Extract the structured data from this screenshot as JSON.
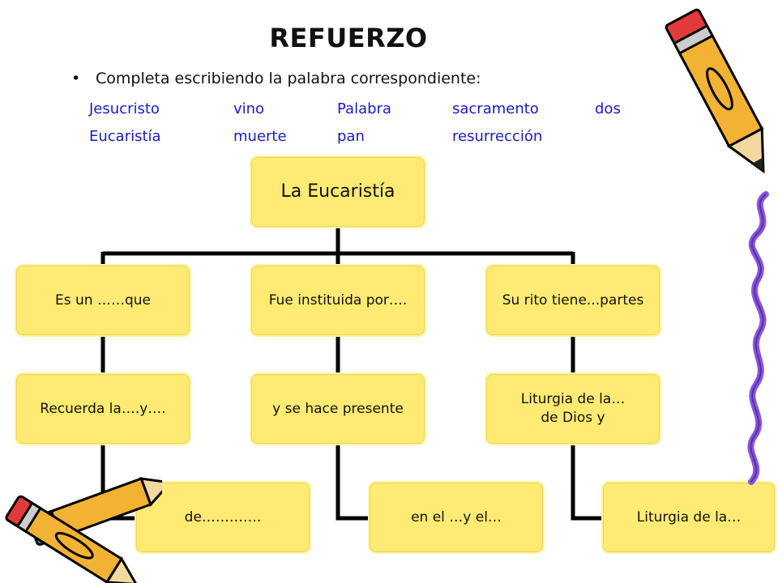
{
  "title": "REFUERZO",
  "instruction": "Completa escribiendo la palabra correspondiente:",
  "word_bank": {
    "row1": [
      "Jesucristo",
      "vino",
      "Palabra",
      "sacramento",
      "dos"
    ],
    "row2": [
      "Eucaristía",
      "muerte",
      "pan",
      "resurrección"
    ]
  },
  "diagram": {
    "root": "La Eucaristía",
    "branches": [
      {
        "top": "Es un ……que",
        "middle": "Recuerda la….y….",
        "bottom": "de…………."
      },
      {
        "top": "Fue instituida por….",
        "middle": "y se hace presente",
        "bottom": "en el …y el…"
      },
      {
        "top": "Su rito tiene...partes",
        "middle": "Liturgia de la…\nde Dios y",
        "bottom": "Liturgia de la…"
      }
    ]
  },
  "colors": {
    "box_fill": "#ffeb73",
    "word_bank_text": "#1a1acc",
    "connector": "#000000"
  },
  "decorations": [
    "pencil-icon",
    "pencils-icon"
  ]
}
